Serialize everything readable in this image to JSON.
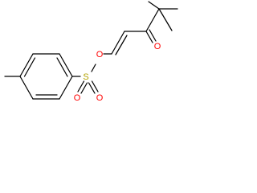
{
  "molecule": {
    "atoms": {
      "ester_oxygen": "O",
      "sulfur": "S",
      "sulfonyl_oxygen_left": "O",
      "sulfonyl_oxygen_right": "O",
      "ketone_oxygen": "O"
    },
    "colors": {
      "bond": "#000000",
      "oxygen": "#ff0000",
      "sulfur": "#b3a300",
      "background": "#ffffff"
    }
  }
}
